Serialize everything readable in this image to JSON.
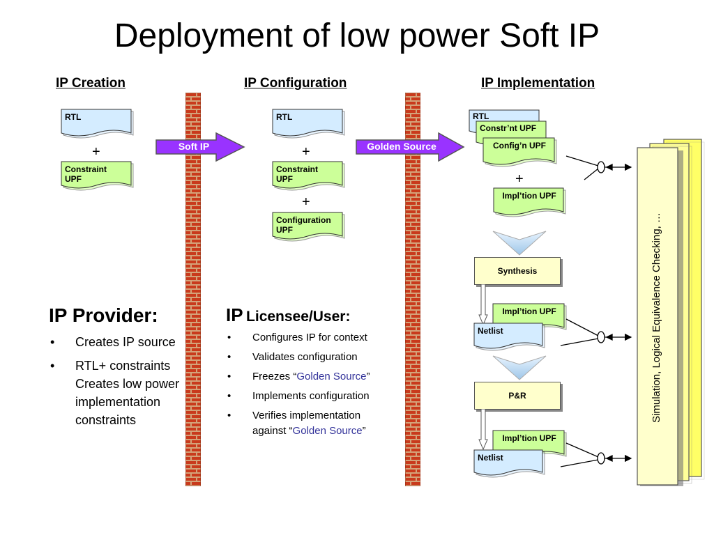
{
  "title": "Deployment of low power Soft IP",
  "columns": {
    "creation": "IP Creation",
    "configuration": "IP Configuration",
    "implementation": "IP Implementation"
  },
  "creation_docs": {
    "rtl": "RTL",
    "constraint_upf_l1": "Constraint",
    "constraint_upf_l2": "UPF",
    "plus": "+"
  },
  "configuration_docs": {
    "rtl": "RTL",
    "constraint_upf_l1": "Constraint",
    "constraint_upf_l2": "UPF",
    "configuration_upf_l1": "Configuration",
    "configuration_upf_l2": "UPF",
    "plus": "+"
  },
  "implementation_docs": {
    "rtl": "RTL",
    "constraint_upf": "Constr’nt UPF",
    "config_upf": "Config’n UPF",
    "impl_upf": "Impl’tion UPF",
    "plus": "+",
    "synthesis": "Synthesis",
    "netlist": "Netlist",
    "pr": "P&R"
  },
  "arrows": {
    "soft_ip": "Soft IP",
    "golden_source": "Golden Source"
  },
  "simulation": "Simulation, Logical Equivalence Checking, …",
  "provider": {
    "heading": "IP Provider:",
    "bullets": [
      "Creates IP source",
      "RTL+ constraints Creates low power implementation constraints"
    ]
  },
  "licensee": {
    "heading_ip": "IP",
    "heading_rest": "Licensee/User:",
    "bullets": {
      "b1": "Configures IP for context",
      "b2": "Validates configuration",
      "b3_pre": "Freezes “",
      "b3_hl": "Golden Source",
      "b3_post": "”",
      "b4": "Implements configuration",
      "b5_pre": "Verifies implementation against “",
      "b5_hl": "Golden Source",
      "b5_post": "”"
    }
  },
  "colors": {
    "rtl_doc": "#d4ecff",
    "upf_doc": "#ccff99",
    "synthesis_box": "#ffffcc",
    "arrow_purple": "#9933ff",
    "sim_doc": "#ffff99",
    "wall_brick": "#cc3311"
  }
}
